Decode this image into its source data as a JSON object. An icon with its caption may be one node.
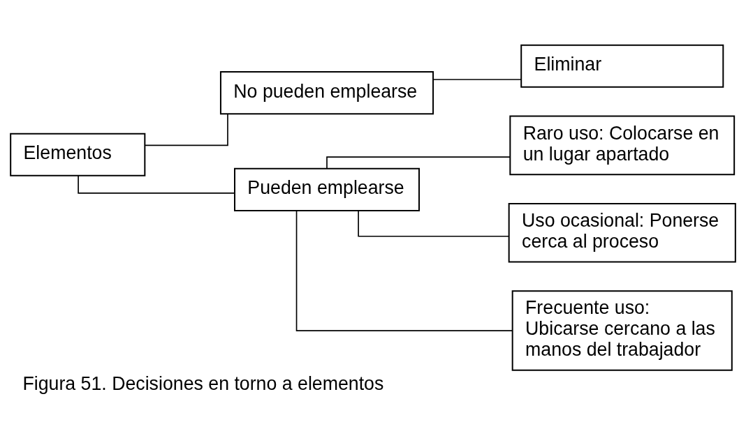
{
  "diagram": {
    "caption": "Figura 51. Decisiones en torno a elementos",
    "nodes": [
      {
        "text": [
          "Elementos"
        ]
      },
      {
        "text": [
          "No pueden emplearse"
        ]
      },
      {
        "text": [
          "Pueden emplearse"
        ]
      },
      {
        "text": [
          "Eliminar"
        ]
      },
      {
        "text": [
          "Raro uso: Colocarse en un lugar apartado"
        ]
      },
      {
        "text": [
          "Uso ocasional: Ponerse cerca al proceso"
        ]
      },
      {
        "text": [
          "Frecuente uso: Ubicarse cercano a las manos del trabajador"
        ]
      }
    ],
    "edges": [
      {
        "from": 0,
        "to": 1,
        "arrow": "none"
      },
      {
        "from": 0,
        "to": 2,
        "arrow": "none"
      },
      {
        "from": 1,
        "to": 3,
        "arrow": "none"
      },
      {
        "from": 2,
        "to": 4,
        "arrow": "none"
      },
      {
        "from": 2,
        "to": 5,
        "arrow": "none"
      },
      {
        "from": 2,
        "to": 6,
        "arrow": "none"
      }
    ]
  }
}
